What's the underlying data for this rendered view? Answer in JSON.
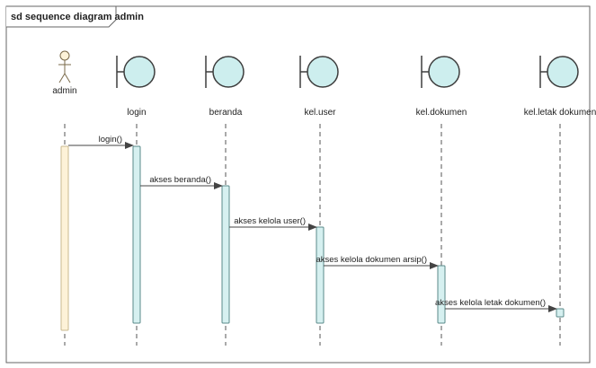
{
  "frame": {
    "title": "sd sequence diagram admin"
  },
  "participants": [
    {
      "id": "admin",
      "kind": "actor",
      "label": "admin"
    },
    {
      "id": "login",
      "kind": "boundary",
      "label": "login"
    },
    {
      "id": "beranda",
      "kind": "boundary",
      "label": "beranda"
    },
    {
      "id": "kel_user",
      "kind": "boundary",
      "label": "kel.user"
    },
    {
      "id": "kel_dokumen",
      "kind": "boundary",
      "label": "kel.dokumen"
    },
    {
      "id": "kel_letak_dokumen",
      "kind": "boundary",
      "label": "kel.letak dokumen"
    }
  ],
  "messages": [
    {
      "from": "admin",
      "to": "login",
      "label": "login()"
    },
    {
      "from": "login",
      "to": "beranda",
      "label": "akses beranda()"
    },
    {
      "from": "beranda",
      "to": "kel_user",
      "label": "akses kelola user()"
    },
    {
      "from": "kel_user",
      "to": "kel_dokumen",
      "label": "akses kelola dokumen arsip()"
    },
    {
      "from": "kel_dokumen",
      "to": "kel_letak_dokumen",
      "label": "akses kelola letak dokumen()"
    }
  ],
  "colors": {
    "boundary_fill": "#cdeeee",
    "boundary_stroke": "#3d3d3d",
    "activation_fill": "#d6f0f0",
    "actor_activation_fill": "#fdf2d8",
    "actor_stroke": "#7a6a4a",
    "line": "#555555"
  }
}
